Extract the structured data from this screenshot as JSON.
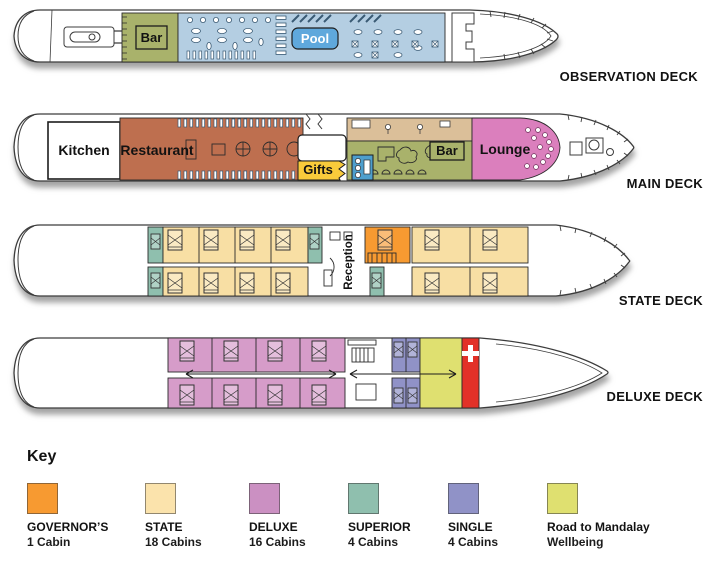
{
  "decks": [
    {
      "name": "OBSERVATION DECK",
      "rooms": {
        "bar": "Bar",
        "pool": "Pool"
      }
    },
    {
      "name": "MAIN DECK",
      "rooms": {
        "kitchen": "Kitchen",
        "restaurant": "Restaurant",
        "gifts": "Gifts",
        "bar": "Bar",
        "lounge": "Lounge"
      }
    },
    {
      "name": "STATE DECK",
      "rooms": {
        "reception": "Reception"
      }
    },
    {
      "name": "DELUXE DECK",
      "rooms": {}
    }
  ],
  "key": {
    "title": "Key",
    "items": [
      {
        "label": "GOVERNOR’S",
        "sublabel": "1 Cabin",
        "color": "#F79A31"
      },
      {
        "label": "STATE",
        "sublabel": "18 Cabins",
        "color": "#FBE3AC"
      },
      {
        "label": "DELUXE",
        "sublabel": "16 Cabins",
        "color": "#CB90C2"
      },
      {
        "label": "SUPERIOR",
        "sublabel": "4 Cabins",
        "color": "#8FBFAE"
      },
      {
        "label": "SINGLE",
        "sublabel": "4 Cabins",
        "color": "#9092C7"
      },
      {
        "label": "Road to Mandalay",
        "sublabel": "Wellbeing",
        "color": "#DFE070"
      }
    ]
  },
  "colors": {
    "deckBlue": "#B4CEE2",
    "poolBlue": "#5FA8DC",
    "barGreen": "#A9B26B",
    "restaurant": "#BE6F4F",
    "tan": "#DBBF99",
    "giftsYellow": "#F9CB3B",
    "loungePink": "#DB7FBD",
    "crewBlue": "#4E9FCD",
    "governors": "#F79A31",
    "state": "#F8DFA4",
    "deluxe": "#D69CC9",
    "superior": "#8FBFAE",
    "single": "#9092C7",
    "wellbeing": "#DFE070",
    "medicalRed": "#E23128",
    "outline": "#3C3C3C"
  }
}
